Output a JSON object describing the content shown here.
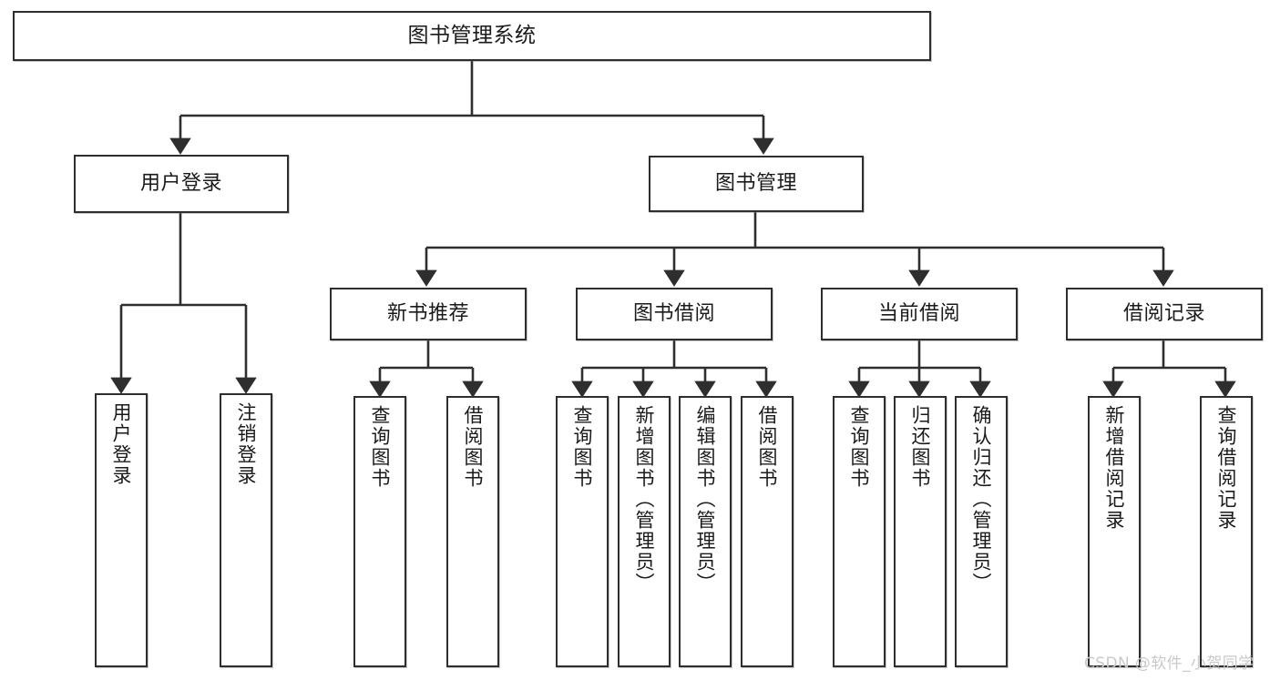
{
  "diagram": {
    "type": "tree",
    "title": "图书管理系统",
    "watermark": "CSDN @软件_小贺同学",
    "colors": {
      "stroke": "#2e2e2e",
      "fill": "#ffffff",
      "text": "#1a1a1a",
      "watermark": "#c9c9c9"
    },
    "levels": {
      "root": "图书管理系统",
      "level2": [
        "用户登录",
        "图书管理"
      ],
      "level3": [
        "新书推荐",
        "图书借阅",
        "当前借阅",
        "借阅记录"
      ]
    },
    "nodes": {
      "root": {
        "label": "图书管理系统"
      },
      "user_login": {
        "label": "用户登录"
      },
      "book_manage": {
        "label": "图书管理"
      },
      "new_book_rec": {
        "label": "新书推荐"
      },
      "book_borrow": {
        "label": "图书借阅"
      },
      "current_borrow": {
        "label": "当前借阅"
      },
      "borrow_record": {
        "label": "借阅记录"
      }
    },
    "leaves": {
      "user_login": [
        {
          "label": "用户登录"
        },
        {
          "label": "注销登录"
        }
      ],
      "new_book_rec": [
        {
          "label": "查询图书"
        },
        {
          "label": "借阅图书"
        }
      ],
      "book_borrow": [
        {
          "label": "查询图书"
        },
        {
          "label": "新增图书（管理员）"
        },
        {
          "label": "编辑图书（管理员）"
        },
        {
          "label": "借阅图书"
        }
      ],
      "current_borrow": [
        {
          "label": "查询图书"
        },
        {
          "label": "归还图书"
        },
        {
          "label": "确认归还（管理员）"
        }
      ],
      "borrow_record": [
        {
          "label": "新增借阅记录"
        },
        {
          "label": "查询借阅记录"
        }
      ]
    }
  }
}
